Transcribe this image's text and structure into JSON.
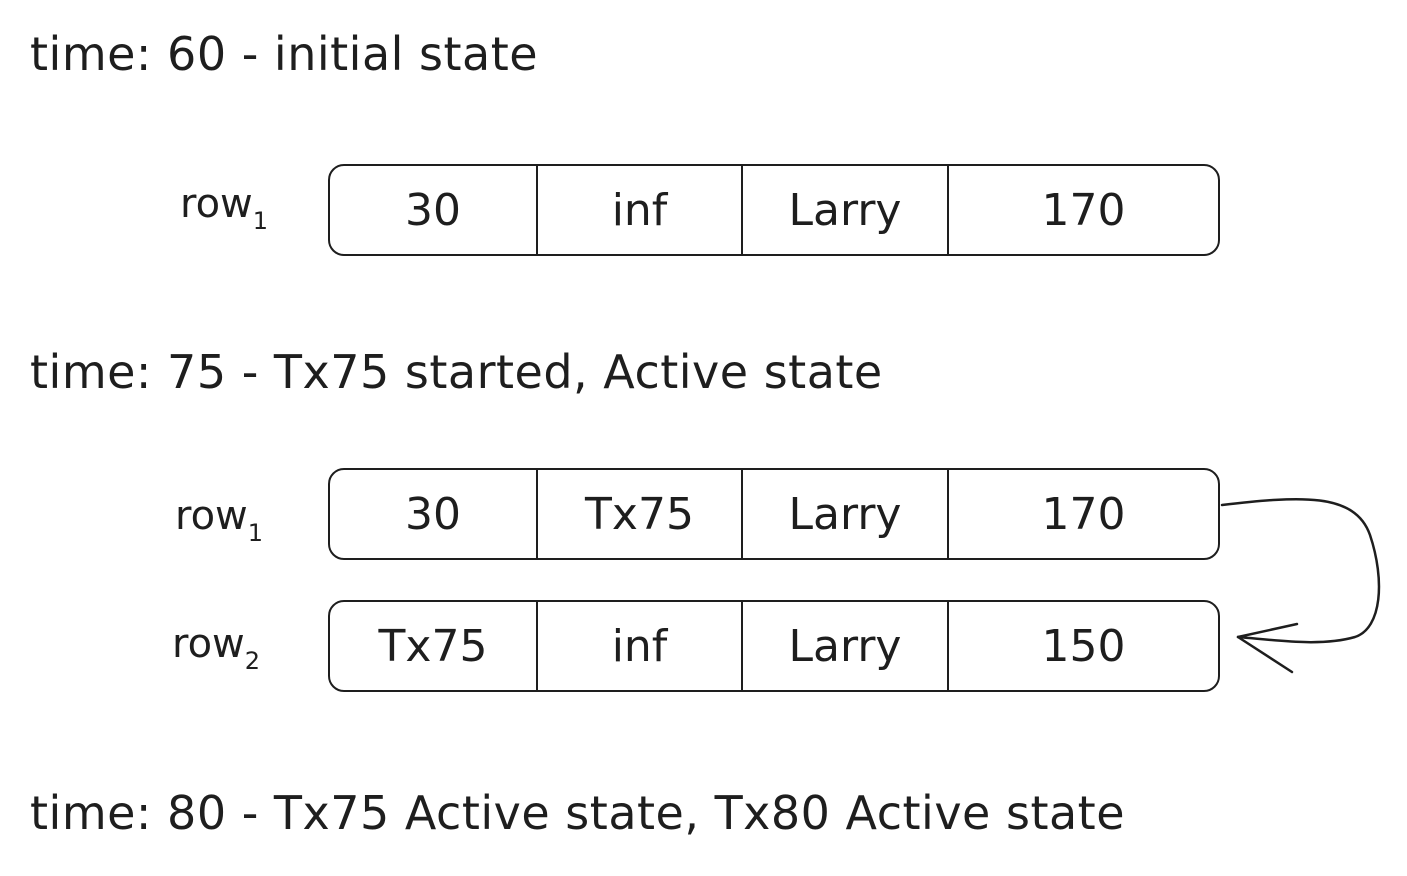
{
  "headings": {
    "h1": "time: 60 - initial state",
    "h2": "time: 75 - Tx75 started, Active state",
    "h3": "time: 80 - Tx75 Active state, Tx80 Active state"
  },
  "section_a": {
    "row1": {
      "label": "row",
      "sub": "1",
      "cells": [
        "30",
        "inf",
        "Larry",
        "170"
      ]
    }
  },
  "section_b": {
    "row1": {
      "label": "row",
      "sub": "1",
      "cells": [
        "30",
        "Tx75",
        "Larry",
        "170"
      ]
    },
    "row2": {
      "label": "row",
      "sub": "2",
      "cells": [
        "Tx75",
        "inf",
        "Larry",
        "150"
      ]
    }
  }
}
